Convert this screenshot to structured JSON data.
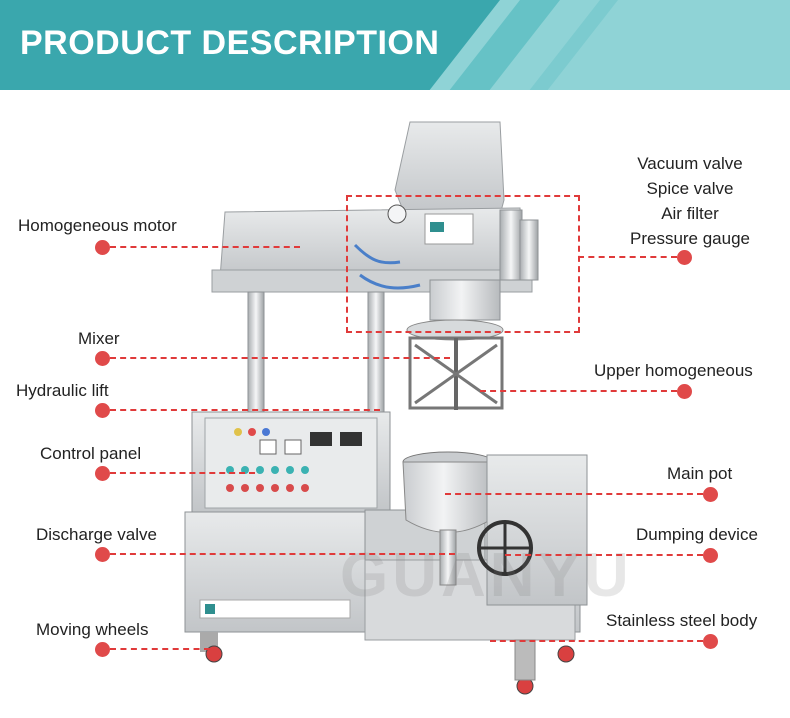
{
  "banner": {
    "title": "PRODUCT DESCRIPTION",
    "colors": {
      "dark": "#3aa7ad",
      "light": "#8fd3d6"
    }
  },
  "watermark": {
    "text": "GUANYU",
    "icon": "guanyu-logo-icon"
  },
  "labels_left": [
    {
      "id": "homogeneous-motor",
      "text": "Homogeneous motor"
    },
    {
      "id": "mixer",
      "text": "Mixer"
    },
    {
      "id": "hydraulic-lift",
      "text": "Hydraulic lift"
    },
    {
      "id": "control-panel",
      "text": "Control panel"
    },
    {
      "id": "discharge-valve",
      "text": "Discharge valve"
    },
    {
      "id": "moving-wheels",
      "text": "Moving wheels"
    }
  ],
  "labels_right": [
    {
      "id": "valve-group",
      "lines": [
        "Vacuum valve",
        "Spice valve",
        "Air filter",
        "Pressure gauge"
      ]
    },
    {
      "id": "upper-homogeneous",
      "text": "Upper homogeneous"
    },
    {
      "id": "main-pot",
      "text": "Main pot"
    },
    {
      "id": "dumping-device",
      "text": "Dumping device"
    },
    {
      "id": "stainless-steel-body",
      "text": "Stainless steel body"
    }
  ],
  "callout_color": "#e03a3a"
}
